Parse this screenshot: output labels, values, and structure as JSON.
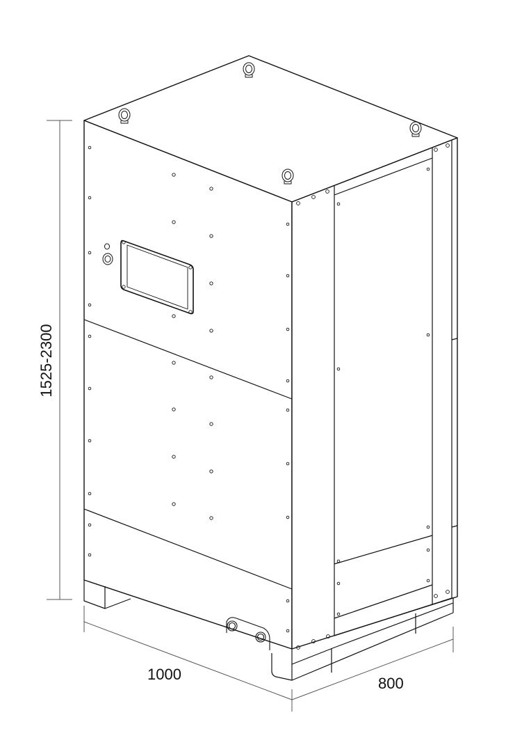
{
  "diagram": {
    "subject": "Cabinet enclosure, isometric view",
    "line_color": "#111111",
    "dimension_line_color": "#555555",
    "background": "#ffffff",
    "dimensions": {
      "height": {
        "label": "1525-2300",
        "orientation": "vertical"
      },
      "width": {
        "label": "1000",
        "orientation": "front-left edge"
      },
      "depth": {
        "label": "800",
        "orientation": "front-right edge"
      }
    },
    "features": {
      "lifting_eyes": 4,
      "display_window": 1,
      "indicator_button": 1,
      "cable_glands": 2,
      "front_panels": 3,
      "side_panels": 3
    }
  }
}
